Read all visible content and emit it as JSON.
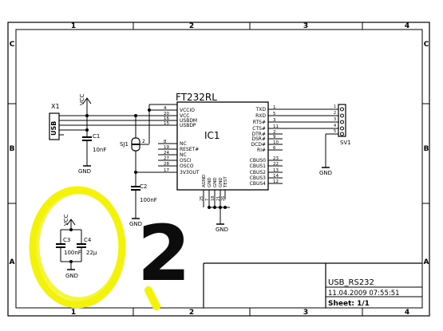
{
  "frame": {
    "col_labels": [
      "1",
      "2",
      "3",
      "4"
    ],
    "row_labels": [
      "C",
      "B",
      "A"
    ]
  },
  "ic1": {
    "part": "FT232RL",
    "ref": "IC1",
    "left_pins": [
      {
        "num": "4",
        "name": "VCCIO"
      },
      {
        "num": "20",
        "name": "VCC"
      },
      {
        "num": "16",
        "name": "USBDM"
      },
      {
        "num": "15",
        "name": "USBDP"
      },
      {
        "num": "8",
        "name": "NC"
      },
      {
        "num": "19",
        "name": "RESET#"
      },
      {
        "num": "24",
        "name": "NC"
      },
      {
        "num": "27",
        "name": "OSCI"
      },
      {
        "num": "28",
        "name": "OSCO"
      },
      {
        "num": "17",
        "name": "3V3OUT"
      }
    ],
    "right_pins": [
      {
        "num": "1",
        "name": "TXD"
      },
      {
        "num": "5",
        "name": "RXD"
      },
      {
        "num": "3",
        "name": "RTS#"
      },
      {
        "num": "11",
        "name": "CTS#"
      },
      {
        "num": "2",
        "name": "DTR#"
      },
      {
        "num": "9",
        "name": "DSR#"
      },
      {
        "num": "10",
        "name": "DCD#"
      },
      {
        "num": "6",
        "name": "RI#"
      },
      {
        "num": "23",
        "name": "CBUS0"
      },
      {
        "num": "22",
        "name": "CBUS1"
      },
      {
        "num": "13",
        "name": "CBUS2"
      },
      {
        "num": "14",
        "name": "CBUS3"
      },
      {
        "num": "12",
        "name": "CBUS4"
      }
    ],
    "bottom_pins": [
      {
        "num": "25",
        "name": "AGND"
      },
      {
        "num": "7",
        "name": "GND"
      },
      {
        "num": "18",
        "name": "GND"
      },
      {
        "num": "21",
        "name": "GND"
      },
      {
        "num": "26",
        "name": "TEST"
      }
    ]
  },
  "x1": {
    "ref": "X1",
    "label": "USB"
  },
  "sv1": {
    "ref": "SV1"
  },
  "sj1": {
    "ref": "SJ1",
    "pin": "2"
  },
  "c1": {
    "ref": "C1",
    "value": "10nF"
  },
  "c2": {
    "ref": "C2",
    "value": "100nF"
  },
  "c3": {
    "ref": "C3",
    "value": "100nF"
  },
  "c4": {
    "ref": "C4",
    "value": "22µ"
  },
  "nets": {
    "vcc": "VCC",
    "gnd": "GND"
  },
  "title_block": {
    "title": "USB_RS232",
    "date": "11.04.2009 07:55:51",
    "sheet": "Sheet: 1/1"
  },
  "annotation": {
    "text": "2",
    "color": "#f2f20a"
  },
  "colors": {
    "line": "#000000",
    "highlight": "#f2f20a"
  }
}
